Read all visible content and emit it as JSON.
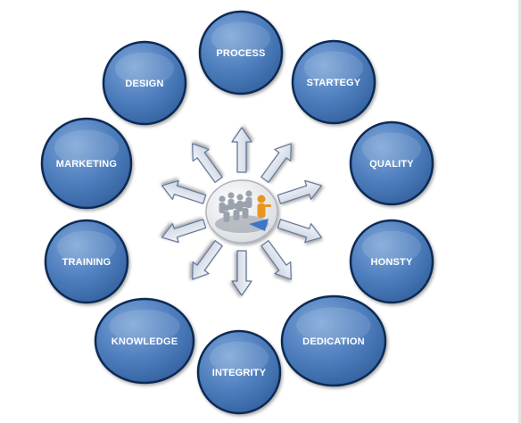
{
  "diagram": {
    "type": "radial",
    "center": {
      "icon": "people-group-with-leader-icon"
    },
    "nodes": [
      {
        "id": "process",
        "label": "PROCESS"
      },
      {
        "id": "startegy",
        "label": "STARTEGY"
      },
      {
        "id": "quality",
        "label": "QUALITY"
      },
      {
        "id": "honsty",
        "label": "HONSTY"
      },
      {
        "id": "dedication",
        "label": "DEDICATION"
      },
      {
        "id": "integrity",
        "label": "INTEGRITY"
      },
      {
        "id": "knowledge",
        "label": "KNOWLEDGE"
      },
      {
        "id": "training",
        "label": "TRAINING"
      },
      {
        "id": "marketing",
        "label": "MARKETING"
      },
      {
        "id": "design",
        "label": "DESIGN"
      }
    ],
    "colors": {
      "node_fill_light": "#7ea6d8",
      "node_fill": "#4f7fbe",
      "node_fill_dark": "#34629f",
      "node_border": "#0e2a55",
      "arrow_fill": "#dde3ee",
      "arrow_stroke": "#5d7194",
      "leader_figure": "#e8951f",
      "crowd_figures": "#9aa3ad"
    }
  }
}
